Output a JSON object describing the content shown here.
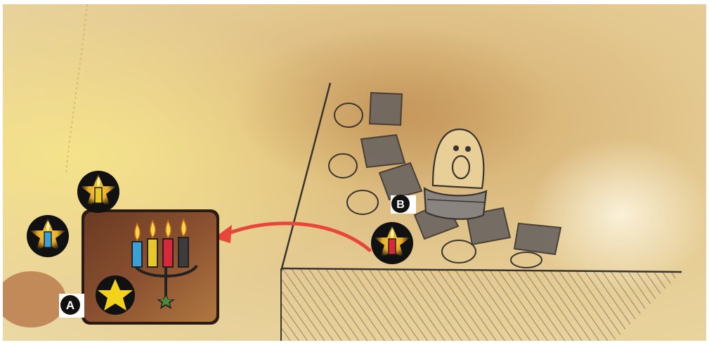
{
  "labels": {
    "a": "A",
    "b": "B"
  },
  "tokens": [
    {
      "name": "candle-token-yellow",
      "candle_color": "#e8c828",
      "icon": "star-candle-icon"
    },
    {
      "name": "candle-token-blue",
      "candle_color": "#3aa0d8",
      "icon": "star-candle-icon"
    },
    {
      "name": "candle-token-red",
      "candle_color": "#d8283a",
      "icon": "star-candle-icon"
    }
  ],
  "card": {
    "icon": "candelabra-card",
    "candle_colors": [
      "#3aa0d8",
      "#e8c828",
      "#d8283a",
      "#3c3c3c"
    ],
    "star_icon": "star-icon"
  },
  "colors": {
    "paper": "#e9d29a",
    "paper_dark": "#c9a060",
    "arrow": "#e8463a",
    "sketch": "#3a3430",
    "star": "#f2d21a"
  }
}
